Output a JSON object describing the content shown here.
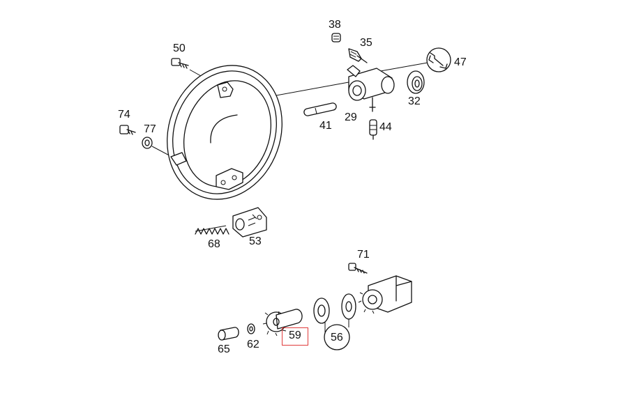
{
  "callouts": {
    "p38": "38",
    "p35": "35",
    "p50": "50",
    "p47": "47",
    "p32": "32",
    "p29": "29",
    "p41": "41",
    "p44": "44",
    "p74": "74",
    "p77": "77",
    "p68": "68",
    "p53": "53",
    "p71": "71",
    "p59": "59",
    "p56": "56",
    "p65": "65",
    "p62": "62"
  },
  "highlight": {
    "part": "59",
    "color": "#e03a3a"
  }
}
